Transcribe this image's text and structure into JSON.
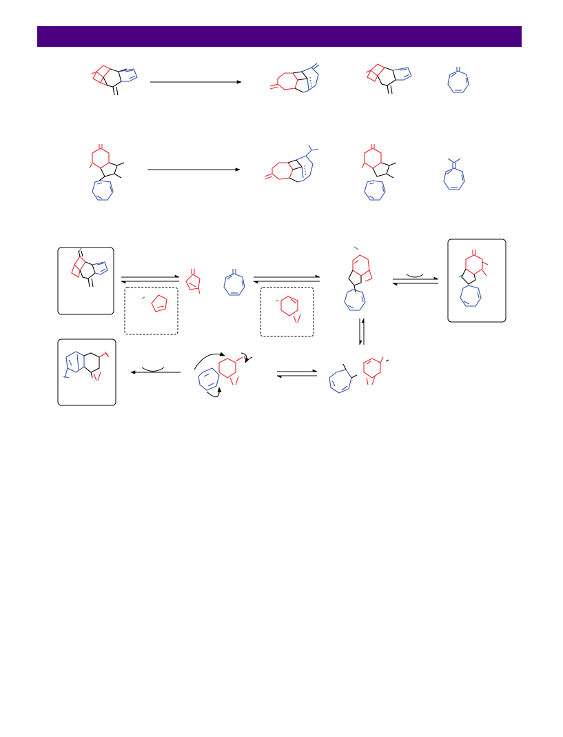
{
  "header": {
    "banner_color": "#4b0082"
  },
  "colors": {
    "cyclohexanone_fragment": "#e8202a",
    "cycloheptatriene_fragment": "#2e4fa8",
    "substituent": "#2a9d3a",
    "default": "#000000",
    "box_border": "#000000",
    "dashed_box_border": "#000000"
  },
  "scheme": {
    "row1": {
      "reagent_label": "",
      "structures": [
        "bicyclic-cycloadduct",
        "fused-tricycle-product",
        "bicyclic-cycloadduct-copy",
        "heptafulvene"
      ]
    },
    "row2": {
      "reagent_label": "",
      "structures": [
        "spiro-tetracycle",
        "bridged-tricycle-product",
        "spiro-tetracycle-copy",
        "dimethylheptafulvene"
      ]
    },
    "row3": {
      "structures": [
        "boxed-cycloadduct",
        "cyclopentenylidene",
        "heptafulvene-reactant",
        "cyclohexyl-intermediate",
        "boxed-spiro-product"
      ]
    },
    "row4": {
      "structures": [
        "boxed-bridged-product",
        "curved-arrow-transition-state",
        "open-chain-intermediate"
      ]
    }
  }
}
